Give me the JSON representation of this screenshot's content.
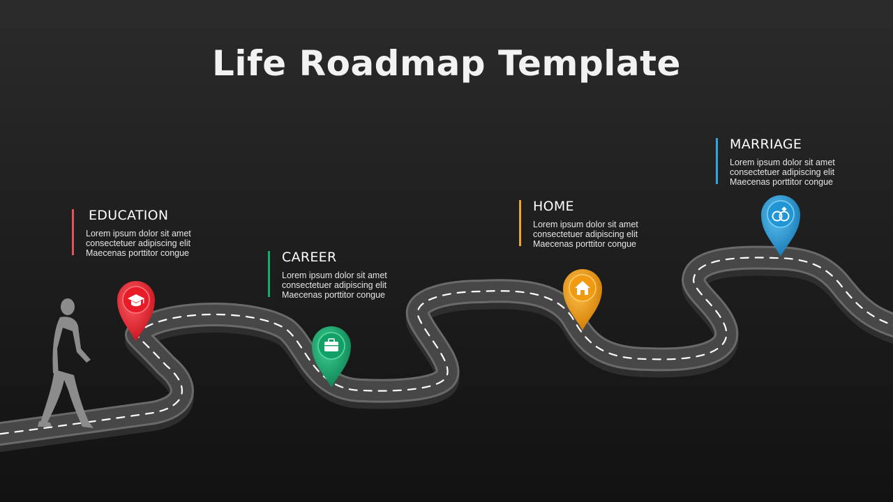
{
  "title": "Life Roadmap Template",
  "milestones": [
    {
      "heading": "EDUCATION",
      "lines": [
        "Lorem ipsum dolor sit amet",
        "consectetuer adipiscing elit",
        "Maecenas porttitor congue"
      ],
      "color": "#e8505b",
      "pin_color": "#e8232f",
      "icon": "graduation-cap-icon"
    },
    {
      "heading": "CAREER",
      "lines": [
        "Lorem ipsum dolor sit amet",
        "consectetuer adipiscing elit",
        "Maecenas porttitor congue"
      ],
      "color": "#1aaa6e",
      "pin_color": "#14a36b",
      "icon": "briefcase-icon"
    },
    {
      "heading": "HOME",
      "lines": [
        "Lorem ipsum dolor sit amet",
        "consectetuer adipiscing elit",
        "Maecenas porttitor congue"
      ],
      "color": "#f2a52b",
      "pin_color": "#f29a12",
      "icon": "house-icon"
    },
    {
      "heading": "MARRIAGE",
      "lines": [
        "Lorem ipsum dolor sit amet",
        "consectetuer adipiscing elit",
        "Maecenas porttitor congue"
      ],
      "color": "#3aa3dc",
      "pin_color": "#2596d6",
      "icon": "rings-icon"
    }
  ],
  "colors": {
    "road": "#4a4a4a",
    "road_side": "#333333",
    "road_edge": "#6a6a6a",
    "lane_marking": "#ffffff",
    "silhouette": "#8c8c8c"
  }
}
